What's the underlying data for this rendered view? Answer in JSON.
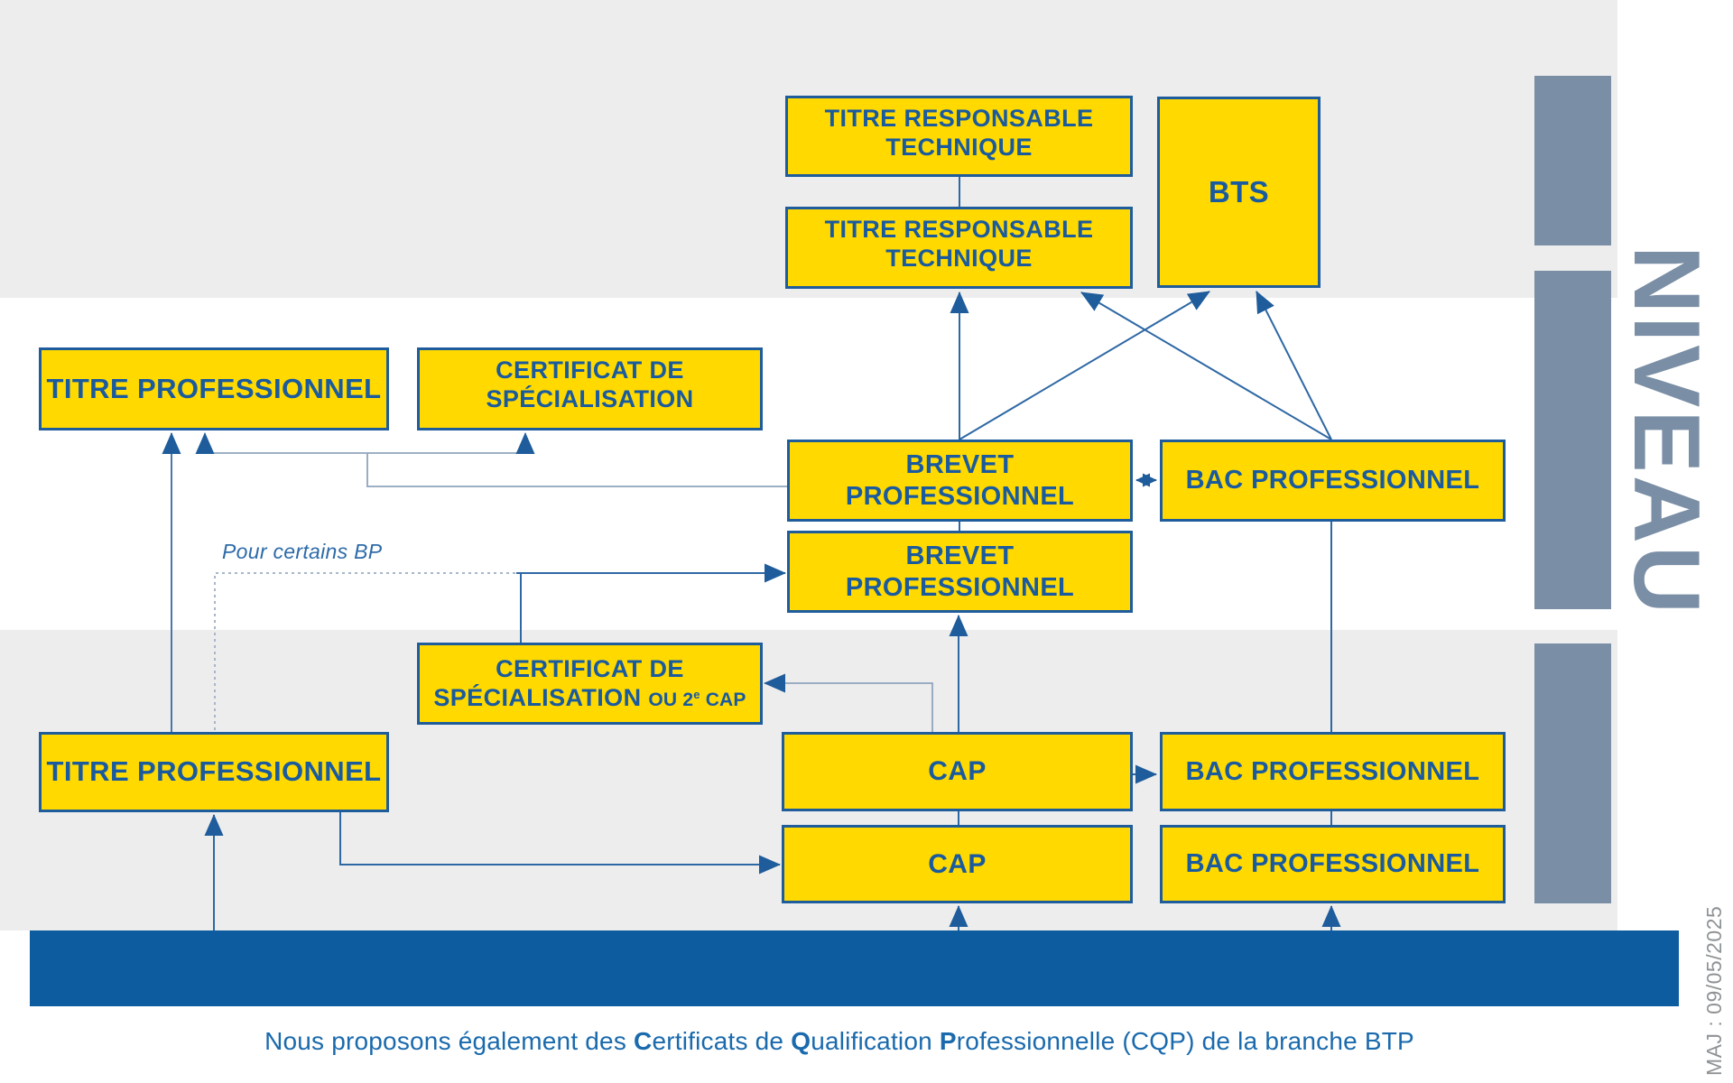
{
  "colors": {
    "box_fill": "#ffd900",
    "box_border": "#1e5c9b",
    "box_text": "#1a5a9e",
    "band_gray": "#ededed",
    "slate": "#7a8ea5",
    "bottom_bar_blue": "#0c5c9f",
    "line_strong": "#2e68a4",
    "line_light": "#8fa4bd",
    "footer_blue": "#1a6aad",
    "maj_gray": "#8f9396"
  },
  "boxes": {
    "titre_responsable_technique_1": {
      "line1": "TITRE RESPONSABLE",
      "line2": "TECHNIQUE"
    },
    "titre_responsable_technique_2": {
      "line1": "TITRE RESPONSABLE",
      "line2": "TECHNIQUE"
    },
    "bts": {
      "label": "BTS"
    },
    "titre_professionnel_1": {
      "label": "TITRE PROFESSIONNEL"
    },
    "certificat_specialisation_1": {
      "line1": "CERTIFICAT DE",
      "line2": "SPÉCIALISATION"
    },
    "brevet_professionnel_1": {
      "label": "BREVET PROFESSIONNEL"
    },
    "bac_professionnel_1": {
      "label": "BAC PROFESSIONNEL"
    },
    "brevet_professionnel_2": {
      "label": "BREVET PROFESSIONNEL"
    },
    "certificat_specialisation_2": {
      "line1": "CERTIFICAT DE",
      "line2": "SPÉCIALISATION",
      "suffix_ou": "OU 2",
      "suffix_sup": "e",
      "suffix_cap": " CAP"
    },
    "titre_professionnel_2": {
      "label": "TITRE PROFESSIONNEL"
    },
    "cap_1": {
      "label": "CAP"
    },
    "cap_2": {
      "label": "CAP"
    },
    "bac_professionnel_2": {
      "label": "BAC PROFESSIONNEL"
    },
    "bac_professionnel_3": {
      "label": "BAC PROFESSIONNEL"
    }
  },
  "labels": {
    "pour_certains_bp": "Pour certains BP",
    "niveau": "NIVEAU",
    "maj": "MAJ : 09/05/2025"
  },
  "footer": {
    "segments": [
      {
        "text": "Nous proposons également des ",
        "bold": false
      },
      {
        "text": "C",
        "bold": true
      },
      {
        "text": "ertificats de ",
        "bold": false
      },
      {
        "text": "Q",
        "bold": true
      },
      {
        "text": "ualification ",
        "bold": false
      },
      {
        "text": "P",
        "bold": true
      },
      {
        "text": "rofessionnelle (CQP) de la branche BTP",
        "bold": false
      }
    ]
  }
}
